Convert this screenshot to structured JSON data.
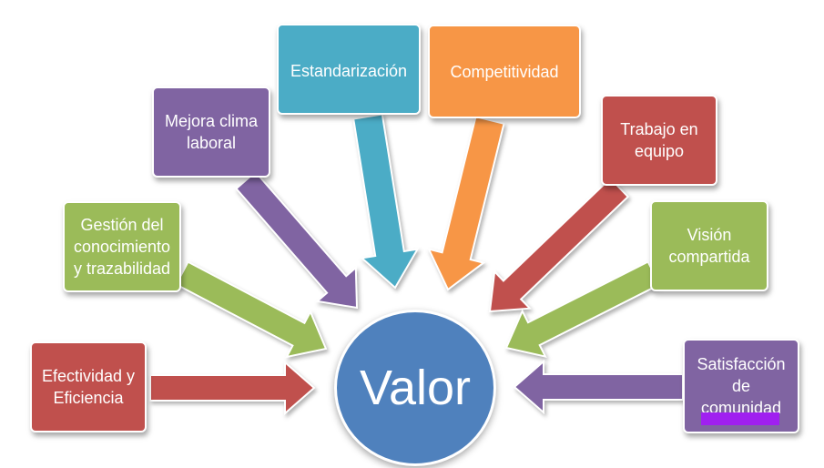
{
  "center": {
    "label": "Valor",
    "color": "#4f81bd"
  },
  "nodes": [
    {
      "id": "efectividad",
      "label": "Efectividad y\nEficiencia",
      "color": "#c0504d"
    },
    {
      "id": "gestion",
      "label": "Gestión del\nconocimiento\ny trazabilidad",
      "color": "#9bbb59"
    },
    {
      "id": "mejora",
      "label": "Mejora clima\nlaboral",
      "color": "#8064a2"
    },
    {
      "id": "estandarizacion",
      "label": "Estandarización",
      "color": "#4bacc6"
    },
    {
      "id": "competitividad",
      "label": "Competitividad",
      "color": "#f79646"
    },
    {
      "id": "trabajo",
      "label": "Trabajo en\nequipo",
      "color": "#c0504d"
    },
    {
      "id": "vision",
      "label": "Visión\ncompartida",
      "color": "#9bbb59"
    },
    {
      "id": "satisfaccion",
      "label": "Satisfacción\nde\ncomunidad",
      "color": "#8064a2"
    }
  ],
  "highlight_color": "#a020f0"
}
